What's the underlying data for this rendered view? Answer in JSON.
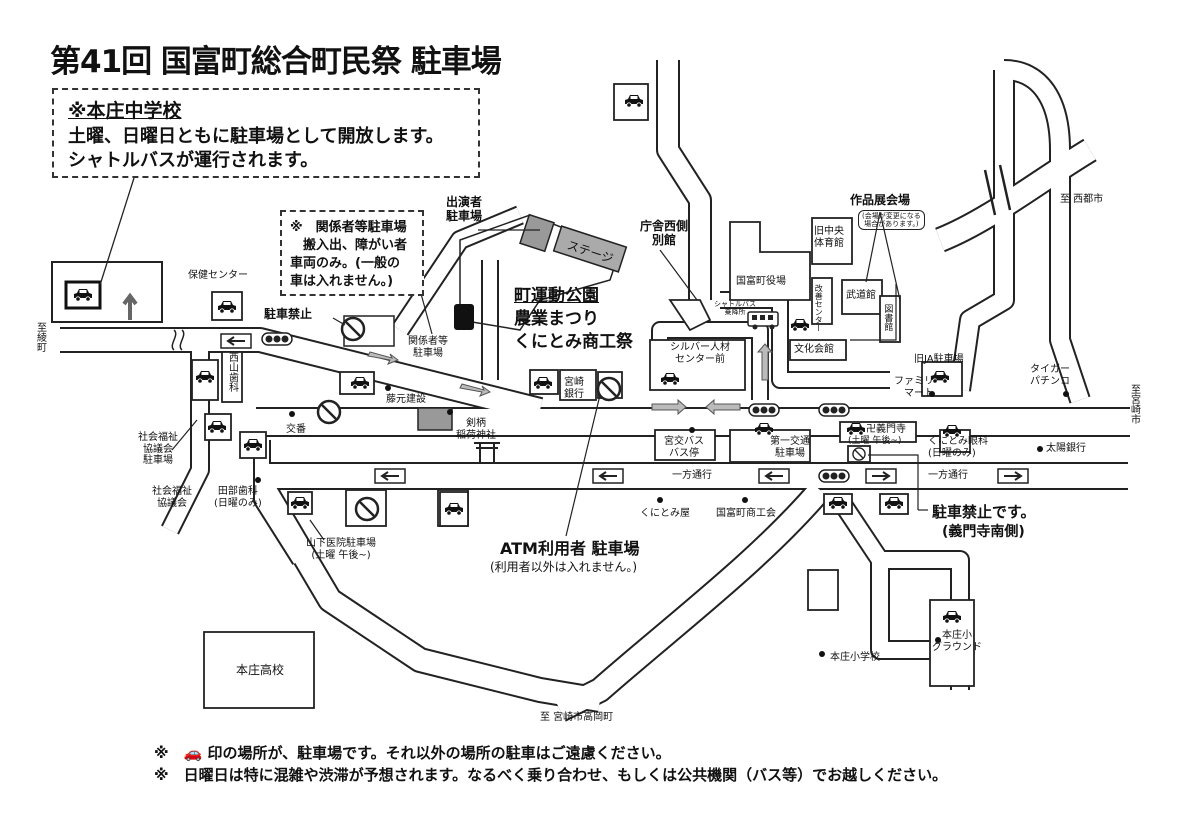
{
  "title": "第41回 国富町総合町民祭 駐車場",
  "honjo_note": {
    "heading": "※本庄中学校",
    "line1": "土曜、日曜日ともに駐車場として開放します。",
    "line2": "シャトルバスが運行されます。"
  },
  "staff_note": {
    "line1": "※　関係者等駐車場",
    "line2": "　搬入出、障がい者",
    "line3": "車両のみ。(一般の",
    "line4": "車は入れません。)"
  },
  "labels": {
    "performer_parking": "出演者\n駐車場",
    "stage": "ステージ",
    "annex": "庁舎西側\n別館",
    "exhibit_venue": "作品展会場",
    "exhibit_note": "(会場が変更になる\n場合があります。)",
    "to_saito": "至 西都市",
    "old_gym": "旧中央\n体育館",
    "town_office": "国富町役場",
    "kaizen_center": "改善センター",
    "budokan": "武道館",
    "library": "図書館",
    "culture_hall": "文化会館",
    "shuttle_stop": "シャトルバス\n乗降所",
    "park_name": "町運動公園",
    "festival_1": "農業まつり",
    "festival_2": "くにとみ商工祭",
    "silver_center": "シルバー人材\nセンター前",
    "miyazaki_bank": "宮崎\n銀行",
    "family_mart": "ファミリー\nマート",
    "old_ja": "旧JA駐車場",
    "tiger": "タイガー\nパチンコ",
    "to_miyazaki": "至宮崎市",
    "health_center": "保健センター",
    "no_parking": "駐車禁止",
    "staff_parking": "関係者等\n駐車場",
    "to_ayacho": "至綾町",
    "nishiyama_dental": "西山歯科",
    "fujimoto": "藤元建設",
    "koban": "交番",
    "tsurugi_shrine": "剣柄\n稲荷神社",
    "miyako_bus": "宮交バス\nバス停",
    "daiichi_parking": "第一交通\n駐車場",
    "gimonji": "卍義門寺",
    "gimonji_time": "(土曜 午後~)",
    "kunitomi_eye": "くにとみ眼科\n(日曜のみ)",
    "taiyo_bank": "太陽銀行",
    "social_welfare_parking": "社会福祉\n協議会\n駐車場",
    "social_welfare": "社会福祉\n協議会",
    "tabe_dental": "田部歯科\n(日曜のみ)",
    "one_way_1": "一方通行",
    "one_way_2": "一方通行",
    "kunitomiya": "くにとみ屋",
    "commerce": "国富町商工会",
    "yamashita": "山下医院駐車場\n(土曜 午後~)",
    "atm_parking": "ATM利用者 駐車場",
    "atm_note": "(利用者以外は入れません。)",
    "no_parking_south_1": "駐車禁止です。",
    "no_parking_south_2": "(義門寺南側)",
    "honjo_elem_ground": "本庄小\nグラウンド",
    "honjo_elem": "本庄小学校",
    "honjo_high": "本庄高校",
    "to_takaoka": "至 宮崎市高岡町"
  },
  "footer": {
    "note1": "※　🚗 印の場所が、駐車場です。それ以外の場所の駐車はご遠慮ください。",
    "note2": "※　日曜日は特に混雑や渋滞が予想されます。なるべく乗り合わせ、もしくは公共機関（バス等）でお越しください。"
  },
  "icons": {
    "parking": "car-icon",
    "no_entry": "no-entry-icon",
    "traffic_signal": "traffic-signal-icon",
    "one_way_arrow": "one-way-arrow-icon",
    "shrine_gate": "torii-icon",
    "bus": "bus-icon"
  },
  "colors": {
    "road_fill": "#ffffff",
    "stroke": "#222222",
    "building_gray": "#999999"
  }
}
